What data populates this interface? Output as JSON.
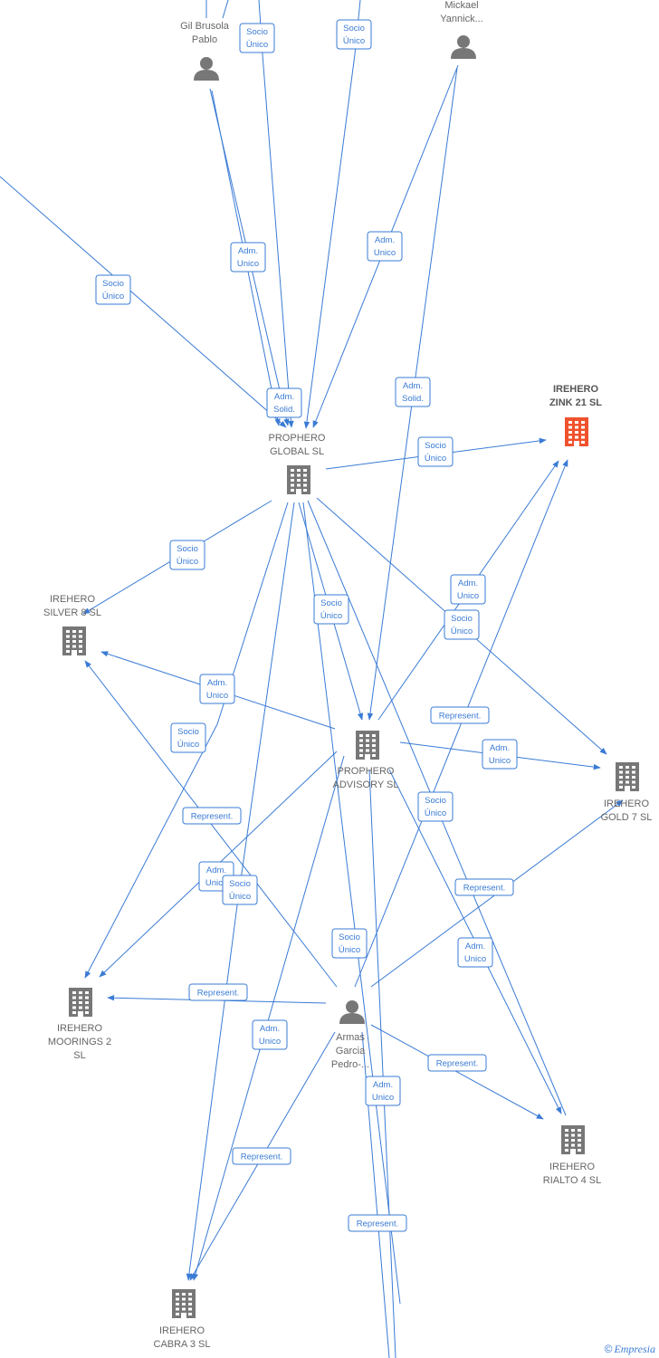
{
  "colors": {
    "edge": "#3a7bd5",
    "company": "#777777",
    "focus": "#f0522d",
    "person": "#777777"
  },
  "nodes": [
    {
      "id": "gil",
      "type": "person",
      "lines": [
        "Gil Brusola",
        "Pablo"
      ]
    },
    {
      "id": "mickael",
      "type": "person",
      "lines": [
        "Mickael",
        "Yannick..."
      ]
    },
    {
      "id": "global",
      "type": "company",
      "lines": [
        "PROPHERO",
        "GLOBAL  SL"
      ]
    },
    {
      "id": "zink",
      "type": "focus",
      "lines": [
        "IREHERO",
        "ZINK 21  SL"
      ]
    },
    {
      "id": "silver",
      "type": "company",
      "lines": [
        "IREHERO",
        "SILVER 8  SL"
      ]
    },
    {
      "id": "advisory",
      "type": "company",
      "lines": [
        "PROPHERO",
        "ADVISORY  SL"
      ]
    },
    {
      "id": "gold",
      "type": "company",
      "lines": [
        "IREHERO",
        "GOLD 7  SL"
      ]
    },
    {
      "id": "moorings",
      "type": "company",
      "lines": [
        "IREHERO",
        "MOORINGS 2",
        "SL"
      ]
    },
    {
      "id": "armas",
      "type": "person",
      "lines": [
        "Armas",
        "Garcia",
        "Pedro-..."
      ]
    },
    {
      "id": "rialto",
      "type": "company",
      "lines": [
        "IREHERO",
        "RIALTO 4  SL"
      ]
    },
    {
      "id": "cabra",
      "type": "company",
      "lines": [
        "IREHERO",
        "CABRA 3  SL"
      ]
    }
  ],
  "edge_labels": [
    {
      "id": "e1",
      "lines": [
        "Socio",
        "Único"
      ]
    },
    {
      "id": "e2",
      "lines": [
        "Socio",
        "Único"
      ]
    },
    {
      "id": "e3",
      "lines": [
        "Adm.",
        "Unico"
      ]
    },
    {
      "id": "e4",
      "lines": [
        "Socio",
        "Único"
      ]
    },
    {
      "id": "e5",
      "lines": [
        "Adm.",
        "Unico"
      ]
    },
    {
      "id": "e6",
      "lines": [
        "Adm.",
        "Solid."
      ]
    },
    {
      "id": "e7",
      "lines": [
        "Adm.",
        "Solid."
      ]
    },
    {
      "id": "e8",
      "lines": [
        "Socio",
        "Único"
      ]
    },
    {
      "id": "e9",
      "lines": [
        "Socio",
        "Único"
      ]
    },
    {
      "id": "e10",
      "lines": [
        "Adm.",
        "Unico"
      ]
    },
    {
      "id": "e11",
      "lines": [
        "Socio",
        "Único"
      ]
    },
    {
      "id": "e12",
      "lines": [
        "Socio",
        "Único"
      ]
    },
    {
      "id": "e13",
      "lines": [
        "Adm.",
        "Unico"
      ]
    },
    {
      "id": "e14",
      "lines": [
        "Represent."
      ]
    },
    {
      "id": "e15",
      "lines": [
        "Socio",
        "Único"
      ]
    },
    {
      "id": "e16",
      "lines": [
        "Adm.",
        "Unico"
      ]
    },
    {
      "id": "e17",
      "lines": [
        "Represent."
      ]
    },
    {
      "id": "e18",
      "lines": [
        "Socio",
        "Único"
      ]
    },
    {
      "id": "e19",
      "lines": [
        "Adm.",
        "Unico"
      ]
    },
    {
      "id": "e20",
      "lines": [
        "Socio",
        "Único"
      ]
    },
    {
      "id": "e21",
      "lines": [
        "Represent."
      ]
    },
    {
      "id": "e22",
      "lines": [
        "Socio",
        "Único"
      ]
    },
    {
      "id": "e23",
      "lines": [
        "Adm.",
        "Unico"
      ]
    },
    {
      "id": "e24",
      "lines": [
        "Represent."
      ]
    },
    {
      "id": "e25",
      "lines": [
        "Adm.",
        "Unico"
      ]
    },
    {
      "id": "e26",
      "lines": [
        "Represent."
      ]
    },
    {
      "id": "e27",
      "lines": [
        "Adm.",
        "Unico"
      ]
    },
    {
      "id": "e28",
      "lines": [
        "Represent."
      ]
    },
    {
      "id": "e29",
      "lines": [
        "Represent."
      ]
    }
  ],
  "brand": {
    "symbol": "©",
    "name": "Empresia"
  }
}
